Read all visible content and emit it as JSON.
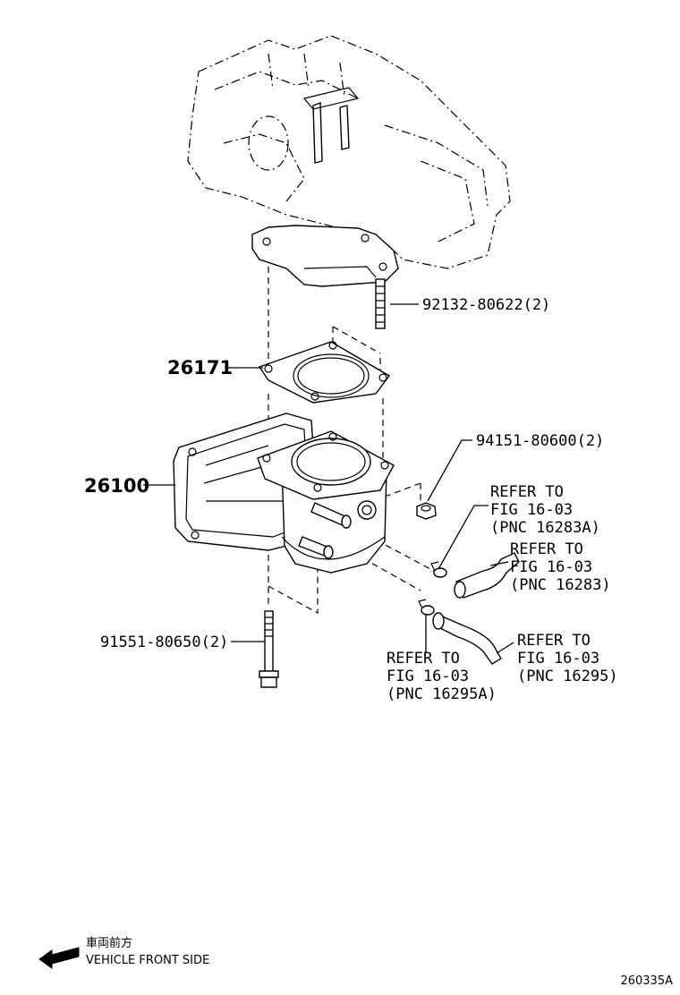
{
  "labels": {
    "stud": "92132-80622(2)",
    "gasket": "26171",
    "throttle_body": "26100",
    "nut": "94151-80600(2)",
    "bolt": "91551-80650(2)"
  },
  "refers": [
    {
      "line1": "REFER TO",
      "line2": "FIG 16-03",
      "line3": "(PNC 16283A)"
    },
    {
      "line1": "REFER TO",
      "line2": "FIG 16-03",
      "line3": "(PNC 16283)"
    },
    {
      "line1": "REFER TO",
      "line2": "FIG 16-03",
      "line3": "(PNC 16295)"
    },
    {
      "line1": "REFER TO",
      "line2": "FIG 16-03",
      "line3": "(PNC 16295A)"
    }
  ],
  "legend": {
    "jp": "車両前方",
    "en": "VEHICLE FRONT SIDE"
  },
  "figure_code": "260335A"
}
